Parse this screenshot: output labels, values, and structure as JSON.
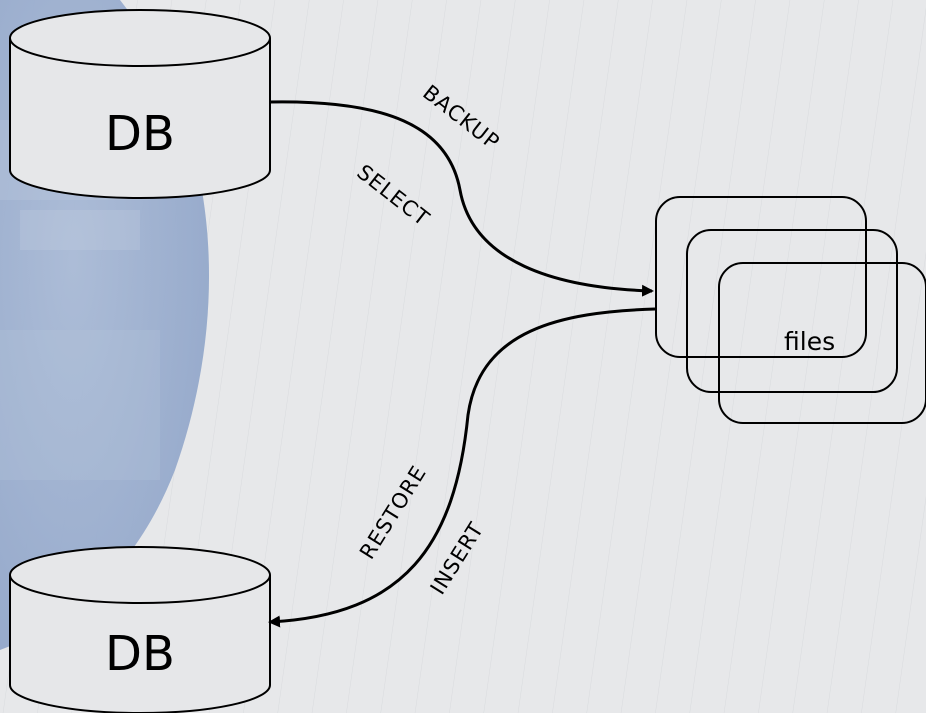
{
  "diagram": {
    "source_db": {
      "label": "DB"
    },
    "target_db": {
      "label": "DB"
    },
    "files": {
      "label": "files"
    },
    "edges": {
      "backup_label": "BACKUP",
      "select_label": "SELECT",
      "restore_label": "RESTORE",
      "insert_label": "INSERT"
    }
  },
  "colors": {
    "background": "#e7e8ea",
    "accent_blue": "#9aaecf",
    "shape_fill": "#e6e7e9",
    "stroke": "#000000"
  }
}
